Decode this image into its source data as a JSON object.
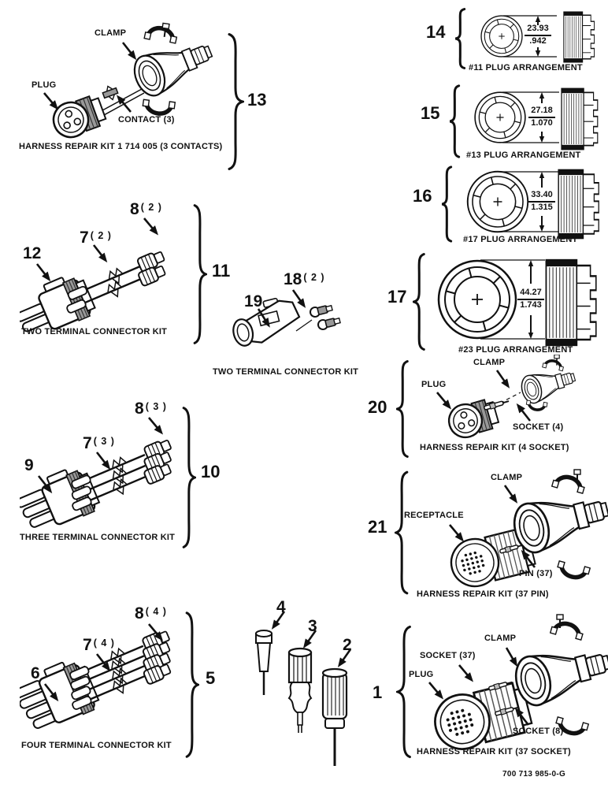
{
  "page": {
    "footer_code": "700 713 985-0-G"
  },
  "kit13": {
    "number": "13",
    "clamp": "CLAMP",
    "plug": "PLUG",
    "contact": "CONTACT (3)",
    "caption": "HARNESS REPAIR KIT 1 714 005 (3 CONTACTS)"
  },
  "plug_arrangements": [
    {
      "number": "14",
      "dim_mm": "23.93",
      "dim_in": ".942",
      "caption": "#11 PLUG ARRANGEMENT"
    },
    {
      "number": "15",
      "dim_mm": "27.18",
      "dim_in": "1.070",
      "caption": "#13 PLUG ARRANGEMENT"
    },
    {
      "number": "16",
      "dim_mm": "33.40",
      "dim_in": "1.315",
      "caption": "#17 PLUG ARRANGEMENT"
    },
    {
      "number": "17",
      "dim_mm": "44.27",
      "dim_in": "1.743",
      "caption": "#23 PLUG ARRANGEMENT"
    }
  ],
  "kit11": {
    "number": "11",
    "c8_num": "8",
    "c8_qty": "( 2 )",
    "c7_num": "7",
    "c7_qty": "( 2 )",
    "c12": "12",
    "caption": "TWO TERMINAL CONNECTOR KIT"
  },
  "kit19": {
    "c19": "19",
    "c18_num": "18",
    "c18_qty": "( 2 )",
    "caption": "TWO TERMINAL CONNECTOR KIT"
  },
  "kit20": {
    "number": "20",
    "clamp": "CLAMP",
    "plug": "PLUG",
    "socket": "SOCKET (4)",
    "caption": "HARNESS REPAIR KIT (4 SOCKET)"
  },
  "kit10": {
    "number": "10",
    "c8_num": "8",
    "c8_qty": "( 3 )",
    "c7_num": "7",
    "c7_qty": "( 3 )",
    "c9": "9",
    "caption": "THREE TERMINAL CONNECTOR KIT"
  },
  "kit21": {
    "number": "21",
    "clamp": "CLAMP",
    "receptacle": "RECEPTACLE",
    "pin": "PIN (37)",
    "caption": "HARNESS REPAIR KIT (37 PIN)"
  },
  "kit5": {
    "number": "5",
    "c8_num": "8",
    "c8_qty": "( 4 )",
    "c7_num": "7",
    "c7_qty": "( 4 )",
    "c6": "6",
    "caption": "FOUR TERMINAL CONNECTOR KIT"
  },
  "tools": {
    "t4": "4",
    "t3": "3",
    "t2": "2"
  },
  "kit1": {
    "number": "1",
    "clamp": "CLAMP",
    "socket37": "SOCKET (37)",
    "plug": "PLUG",
    "socket8": "SOCKET (8)",
    "caption": "HARNESS REPAIR KIT (37 SOCKET)"
  }
}
